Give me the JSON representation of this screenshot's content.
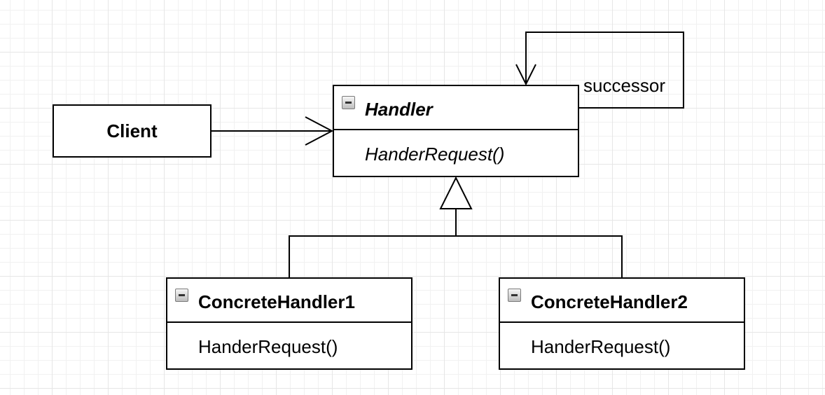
{
  "diagram": {
    "client": {
      "name": "Client"
    },
    "handler": {
      "name": "Handler",
      "method": "HanderRequest()"
    },
    "concrete_handler_1": {
      "name": "ConcreteHandler1",
      "method": "HanderRequest()"
    },
    "concrete_handler_2": {
      "name": "ConcreteHandler2",
      "method": "HanderRequest()"
    },
    "successor_label": "successor"
  }
}
